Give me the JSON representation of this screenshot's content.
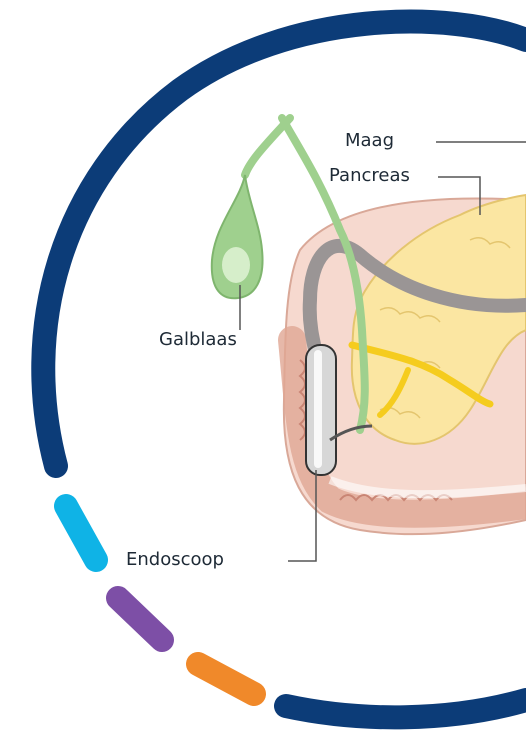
{
  "labels": {
    "maag": "Maag",
    "pancreas": "Pancreas",
    "galblaas": "Galblaas",
    "endoscoop": "Endoscoop"
  },
  "colors": {
    "ring_main": "#0c3c78",
    "ring_cyan": "#0fb3e6",
    "ring_purple": "#7d4fa6",
    "ring_orange": "#f0892a",
    "gallbladder": "#9fd08e",
    "pancreas": "#fbe6a2",
    "bile_yellow": "#f5cc1e",
    "duodenum_pink": "#f6d9cf",
    "duodenum_wall": "#e0a694",
    "scope_gray": "#9a9595"
  }
}
